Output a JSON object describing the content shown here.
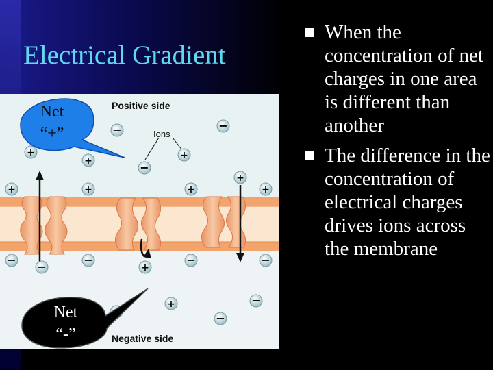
{
  "slide": {
    "title": "Electrical Gradient",
    "bullets": [
      "When the concentration of net charges in one area is different than another",
      "The difference in the concentration of electrical charges drives ions across the membrane"
    ]
  },
  "figure": {
    "positive_side_label": "Positive side",
    "negative_side_label": "Negative side",
    "ions_label": "Ions"
  },
  "callouts": {
    "net_positive_line1": "Net",
    "net_positive_line2": "“+”",
    "net_negative_line1": "Net",
    "net_negative_line2": "“-”"
  },
  "colors": {
    "background": "#000000",
    "title": "#5fd9f0",
    "text": "#ffffff",
    "membrane_head": "#f4a870",
    "membrane_core": "#fbe6cc",
    "extracellular": "#cfe4e8",
    "channel": "#f4b48a"
  }
}
